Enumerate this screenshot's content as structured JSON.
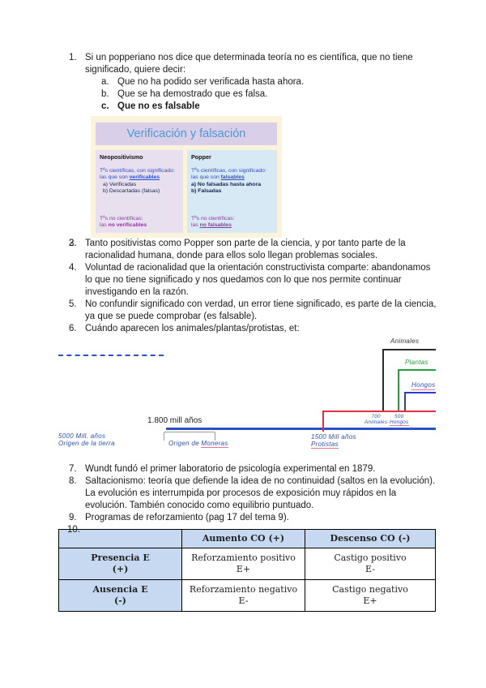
{
  "items": [
    {
      "num": "1.",
      "text": "Si un popperiano nos dice que determinada teoría no es científica, que no tiene significado, quiere decir:",
      "sub": [
        {
          "num": "a.",
          "text": "Que no ha podido ser verificada hasta ahora."
        },
        {
          "num": "b.",
          "text": "Que se ha demostrado que es falsa."
        },
        {
          "num": "c.",
          "text": "Que no es falsable"
        }
      ]
    },
    {
      "num": "2.",
      "text": ""
    },
    {
      "num": "3.",
      "text": "Tanto positivistas como Popper son parte de la ciencia, y por tanto parte de la racionalidad humana, donde para ellos solo llegan problemas sociales."
    },
    {
      "num": "4.",
      "text": "Voluntad de racionalidad que la orientación constructivista comparte: abandonamos lo que no tiene significado y nos quedamos con lo que nos permite continuar investigando en la razón."
    },
    {
      "num": "5.",
      "text": "No confundir significado con verdad, un error tiene significado, es parte de la ciencia, ya que se puede comprobar (es falsable)."
    },
    {
      "num": "6.",
      "text": "Cuándo aparecen los animales/plantas/protistas, et:"
    },
    {
      "num": "7.",
      "text": "Wundt fundó el primer laboratorio de psicología experimental en 1879."
    },
    {
      "num": "8.",
      "text": "Saltacionismo: teoría que defiende la idea de no continuidad (saltos en la evolución). La evolución es interrumpida por procesos de exposición muy rápidos en la evolución. También conocido como equilibrio puntuado."
    },
    {
      "num": "9.",
      "text": "Programas de reforzamiento (pag 17 del tema 9)."
    },
    {
      "num": "10.",
      "text": ""
    }
  ],
  "infographic": {
    "title": "Verificación y falsación",
    "colors": {
      "background": "#fbf3dc",
      "title_band": "#d9cfe8",
      "title_text": "#4e97d9",
      "left_panel": "#e9e0ef",
      "right_panel": "#d7e9f5",
      "blue_text": "#2d4fc4",
      "purple_text": "#8c3a9c"
    },
    "left": {
      "header": "Neopositivismo",
      "line1": "Tªs científicas, con significado:",
      "line2_pre": "las que son ",
      "line2_bold": "verificables",
      "a": "a) Verificadas",
      "b": "b) Descartadas (falsas)",
      "foot1": "Tªs no científicas:",
      "foot2_pre": "las ",
      "foot2_bold": "no verificables"
    },
    "right": {
      "header": "Popper",
      "line1": "Tªs científicas, con significado:",
      "line2_pre": "las que son ",
      "line2_bold": "falsables",
      "a": "a) No falsadas hasta ahora",
      "b": "b) Falsadas",
      "foot1": "Tªs no científicas:",
      "foot2_pre": "las ",
      "foot2_bold": "no falsables"
    }
  },
  "diagram": {
    "type": "hand-drawn evolution timeline",
    "colors": {
      "timeline": "#2c50c8",
      "protistas_branch": "#e23040",
      "animales_branch": "#2a2a2a",
      "plantas_branch": "#1fa03c",
      "hongos_branch": "#2b3ec9",
      "handwriting": "#2b50c0"
    },
    "labels": {
      "animales": "Animales",
      "plantas": "Plantas",
      "hongos": "Hongos",
      "mill_1800": "1.800 mill años",
      "origen_tierra_line1": "5000 Mill. años",
      "origen_tierra_line2": "Origen de la tierra",
      "moneras_pre": "Origen de ",
      "moneras": "Moneras",
      "protistas_line1": "1500 Mill años",
      "protistas_line2": "Protistas",
      "animales_date": "700",
      "animales_date_label": "Animales",
      "hongos_date": "500",
      "hongos_date_label": "Hongos"
    }
  },
  "table": {
    "corner": "",
    "col1_header": "Aumento CO (+)",
    "col2_header": "Descenso CO (-)",
    "header_bg": "#c6d9f1",
    "rows": [
      {
        "h1": "Presencia E",
        "h2": "(+)",
        "c1l1": "Reforzamiento positivo",
        "c1l2": "E+",
        "c2l1": "Castigo positivo",
        "c2l2": "E-"
      },
      {
        "h1": "Ausencia E",
        "h2": "(-)",
        "c1l1": "Reforzamiento negativo",
        "c1l2": "E-",
        "c2l1": "Castigo negativo",
        "c2l2": "E+"
      }
    ]
  }
}
